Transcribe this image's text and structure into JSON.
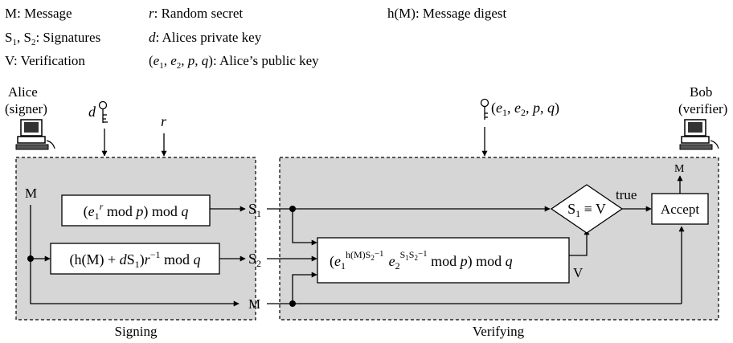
{
  "legend": {
    "col1": [
      {
        "sym": "M",
        "desc": ": Message"
      },
      {
        "sym": "S1, S2",
        "desc": ": Signatures"
      },
      {
        "sym": "V",
        "desc": ": Verification"
      }
    ],
    "col2": [
      {
        "sym": "r",
        "desc": ": Random secret"
      },
      {
        "sym": "d",
        "desc": ": Alices private key"
      },
      {
        "sym": "(e1, e2, p, q)",
        "desc": ": Alice’s public key"
      }
    ],
    "col3": [
      {
        "sym": "h(M)",
        "desc": ": Message digest"
      }
    ]
  },
  "actors": {
    "alice_name": "Alice",
    "alice_role": "(signer)",
    "bob_name": "Bob",
    "bob_role": "(verifier)"
  },
  "inputs": {
    "private_key": "d",
    "random_secret": "r",
    "public_key": "(e1, e2, p, q)"
  },
  "signing": {
    "label": "Signing",
    "message_in": "M",
    "box1": "(e1^r mod p) mod q",
    "box2": "(h(M) + dS1)r^−1 mod q"
  },
  "channel": {
    "s1": "S1",
    "s2": "S2",
    "m": "M"
  },
  "verifying": {
    "label": "Verifying",
    "compute_box": "(e1^(h(M)S2^−1) e2^(S1S2^−1) mod p) mod q",
    "v_label": "V",
    "compare": "S1 ≡ V",
    "true_label": "true",
    "accept": "Accept",
    "m_out": "M"
  },
  "colors": {
    "panel_fill": "#d6d6d6",
    "box_fill": "#ffffff",
    "line": "#000000"
  }
}
